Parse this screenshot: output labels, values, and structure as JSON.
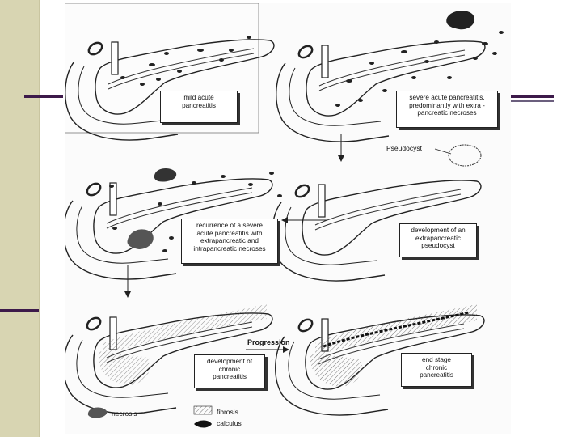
{
  "panels": {
    "p1": {
      "label": "mild acute\npancreatitis"
    },
    "p2": {
      "label": "severe acute pancreatitis,\npredominantly with extra -\npancreatic necroses"
    },
    "p3": {
      "label": "recurrence of a severe\nacute pancreatitis with\nextrapancreatic and\nintrapancreatic necroses"
    },
    "p4": {
      "label": "development of an\nextrapancreatic\npseudocyst",
      "callout": "Pseudocyst"
    },
    "p5": {
      "label": "development of\nchronic\npancreatitis",
      "arrow_label": "Progression"
    },
    "p6": {
      "label": "end stage\nchronic\npancreatitis"
    }
  },
  "legend": {
    "necrosis": "necrosis",
    "fibrosis": "fibrosis",
    "calculus": "calculus"
  },
  "colors": {
    "sidebar": "#d8d5b2",
    "accent_rule": "#3d1a4a"
  }
}
